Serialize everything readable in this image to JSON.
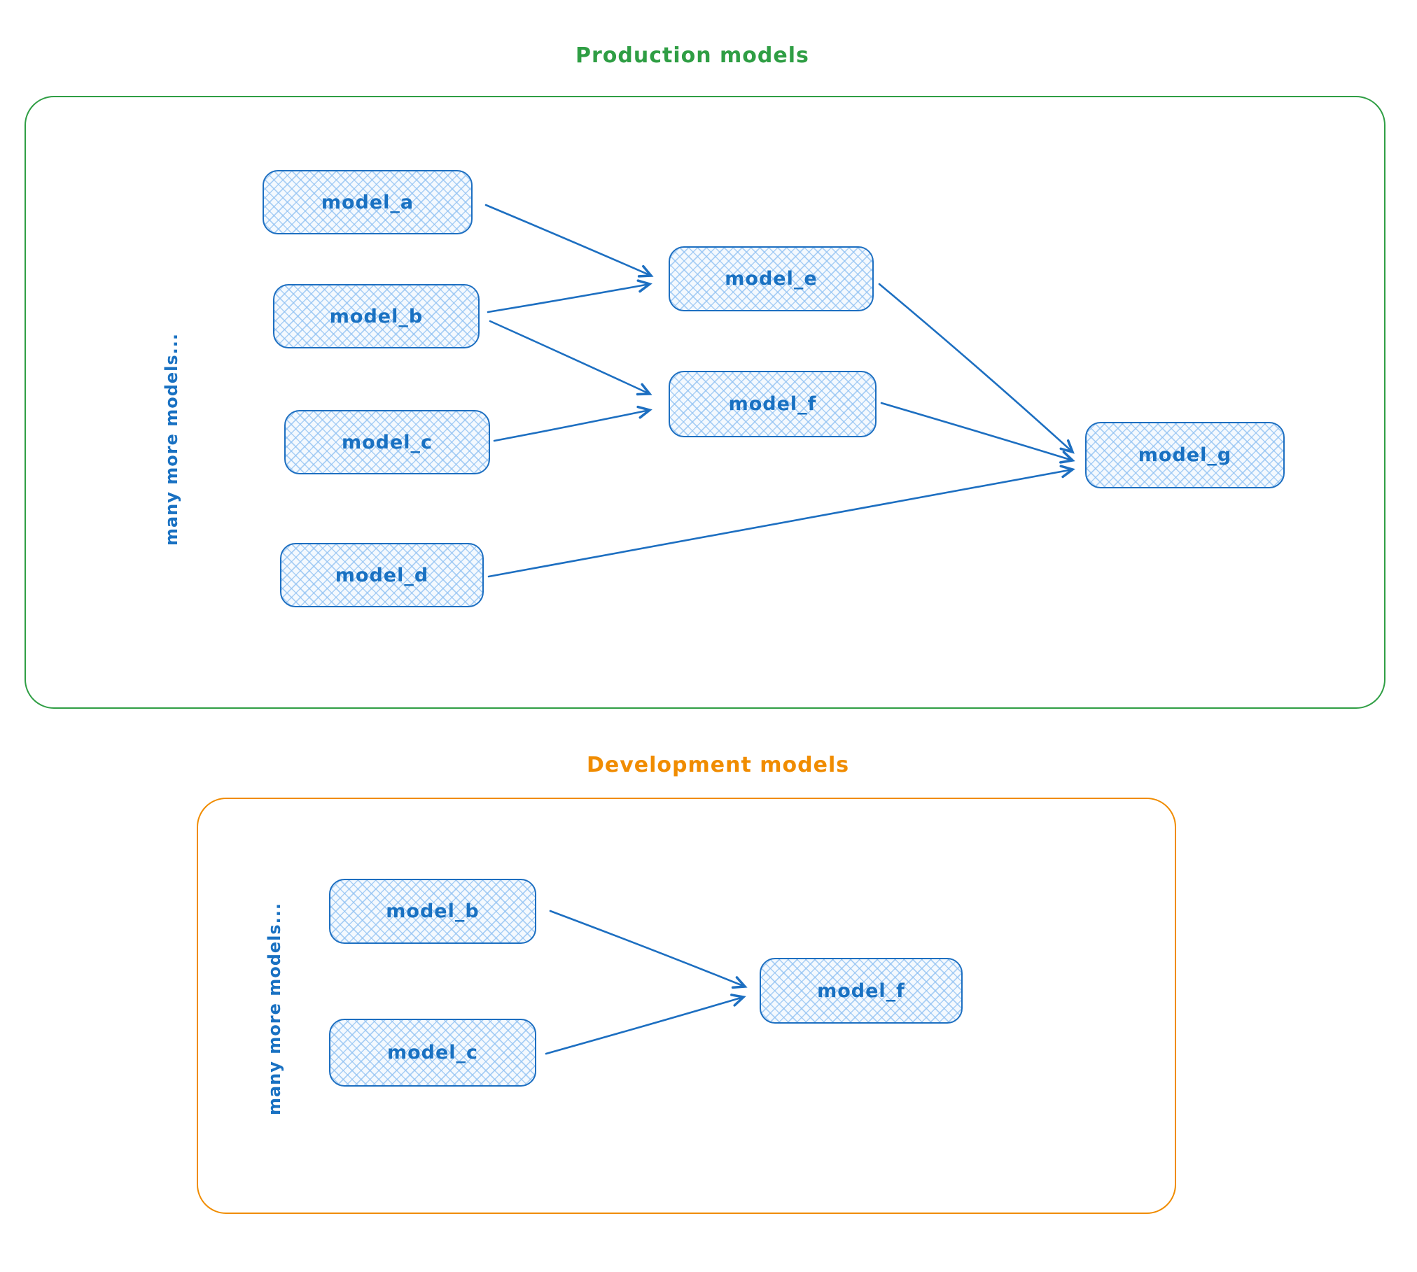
{
  "colors": {
    "production_accent": "#2f9e44",
    "development_accent": "#f08c00",
    "node_stroke": "#1d6fc1",
    "node_text": "#1971c2"
  },
  "production": {
    "title": "Production models",
    "side_label": "many more models...",
    "nodes": {
      "model_a": {
        "label": "model_a"
      },
      "model_b": {
        "label": "model_b"
      },
      "model_c": {
        "label": "model_c"
      },
      "model_d": {
        "label": "model_d"
      },
      "model_e": {
        "label": "model_e"
      },
      "model_f": {
        "label": "model_f"
      },
      "model_g": {
        "label": "model_g"
      }
    },
    "edges": [
      {
        "from": "model_a",
        "to": "model_e"
      },
      {
        "from": "model_b",
        "to": "model_e"
      },
      {
        "from": "model_b",
        "to": "model_f"
      },
      {
        "from": "model_c",
        "to": "model_f"
      },
      {
        "from": "model_e",
        "to": "model_g"
      },
      {
        "from": "model_f",
        "to": "model_g"
      },
      {
        "from": "model_d",
        "to": "model_g"
      }
    ]
  },
  "development": {
    "title": "Development models",
    "side_label": "many more models...",
    "nodes": {
      "model_b": {
        "label": "model_b"
      },
      "model_c": {
        "label": "model_c"
      },
      "model_f": {
        "label": "model_f"
      }
    },
    "edges": [
      {
        "from": "model_b",
        "to": "model_f"
      },
      {
        "from": "model_c",
        "to": "model_f"
      }
    ]
  }
}
